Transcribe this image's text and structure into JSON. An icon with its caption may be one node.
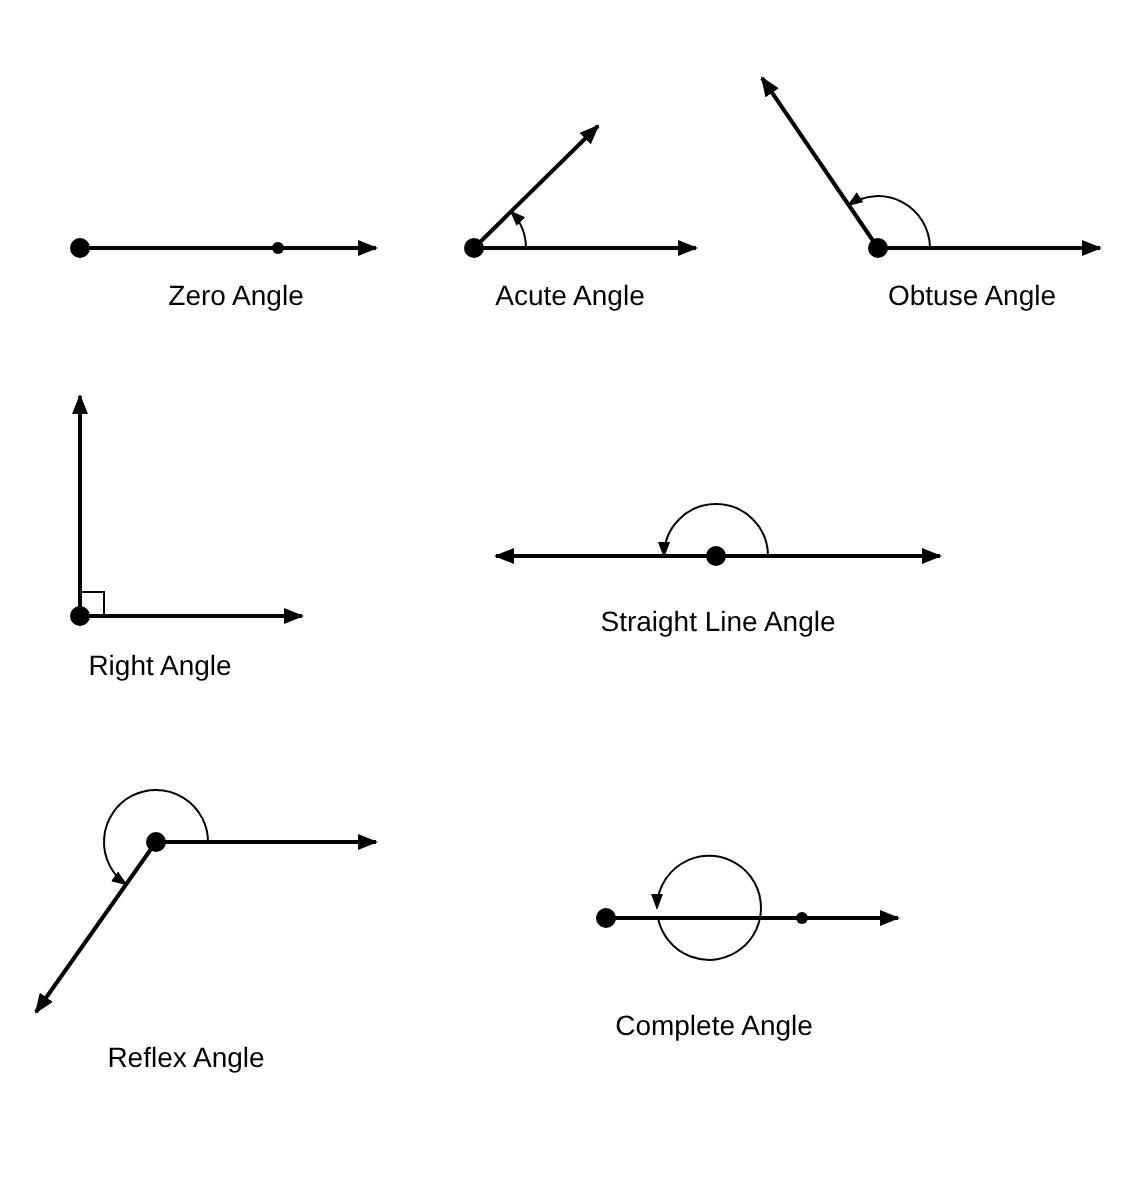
{
  "diagram": {
    "labels": [
      "Zero Angle",
      "Acute Angle",
      "Obtuse Angle",
      "Right Angle",
      "Straight Line Angle",
      "Reflex Angle",
      "Complete Angle"
    ]
  }
}
